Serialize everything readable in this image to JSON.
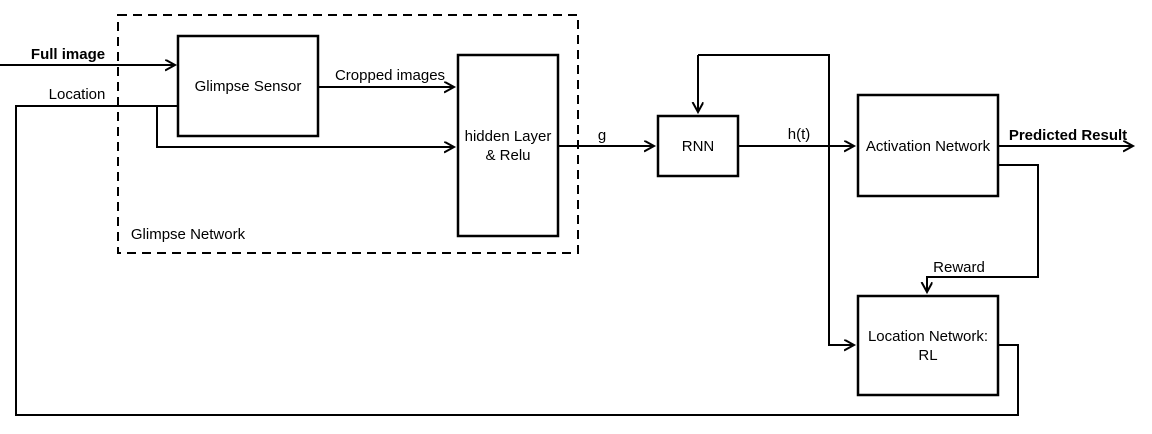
{
  "diagram": {
    "type": "flowchart",
    "description_visible_only": "neural attention model pipeline",
    "colors": {
      "line": "#000000",
      "background": "#ffffff",
      "text": "#000000"
    },
    "groups": {
      "glimpse_network": {
        "label": "Glimpse Network"
      }
    },
    "nodes": {
      "glimpse_sensor": {
        "label": "Glimpse Sensor"
      },
      "hidden_layer": {
        "label_line1": "hidden Layer",
        "label_line2": "& Relu"
      },
      "rnn": {
        "label": "RNN"
      },
      "activation_network": {
        "label": "Activation Network"
      },
      "location_network": {
        "label_line1": "Location Network:",
        "label_line2": "RL"
      }
    },
    "edge_labels": {
      "full_image": "Full image",
      "location": "Location",
      "cropped_images": "Cropped images",
      "g": "g",
      "h_t": "h(t)",
      "predicted_result": "Predicted Result",
      "reward": "Reward"
    }
  }
}
